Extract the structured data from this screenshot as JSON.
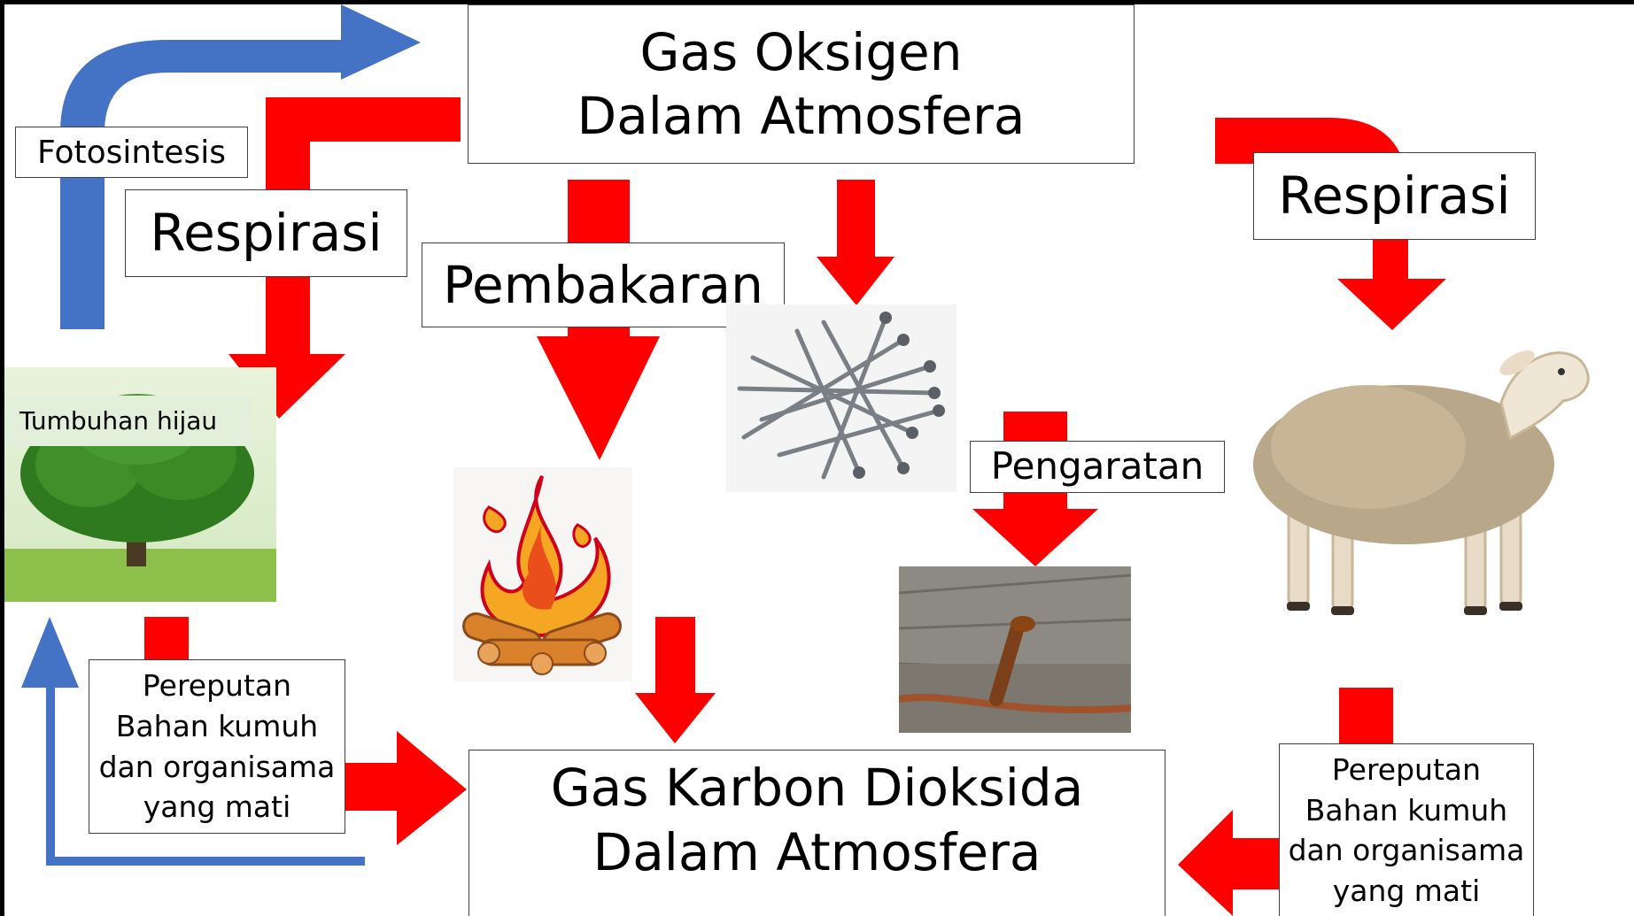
{
  "diagram": {
    "nodes": {
      "oxygen": "Gas Oksigen\nDalam Atmosfera",
      "carbon_dioxide": "Gas Karbon Dioksida\nDalam Atmosfera",
      "photosynthesis": "Fotosintesis",
      "respiration_left": "Respirasi",
      "respiration_right": "Respirasi",
      "combustion": "Pembakaran",
      "rusting": "Pengaratan",
      "green_plants": "Tumbuhan hijau",
      "decomposition_left": "Pereputan\nBahan kumuh\ndan organisama\nyang mati",
      "decomposition_right": "Pereputan\nBahan kumuh\ndan organisama\nyang mati"
    },
    "images": [
      "tree-icon",
      "fire-icon",
      "nails-icon",
      "rusty-nail-icon",
      "sheep-icon"
    ]
  },
  "colors": {
    "arrow_red": "#ff0000",
    "arrow_blue": "#4472c4",
    "label_green_bg": "#e2efda"
  }
}
